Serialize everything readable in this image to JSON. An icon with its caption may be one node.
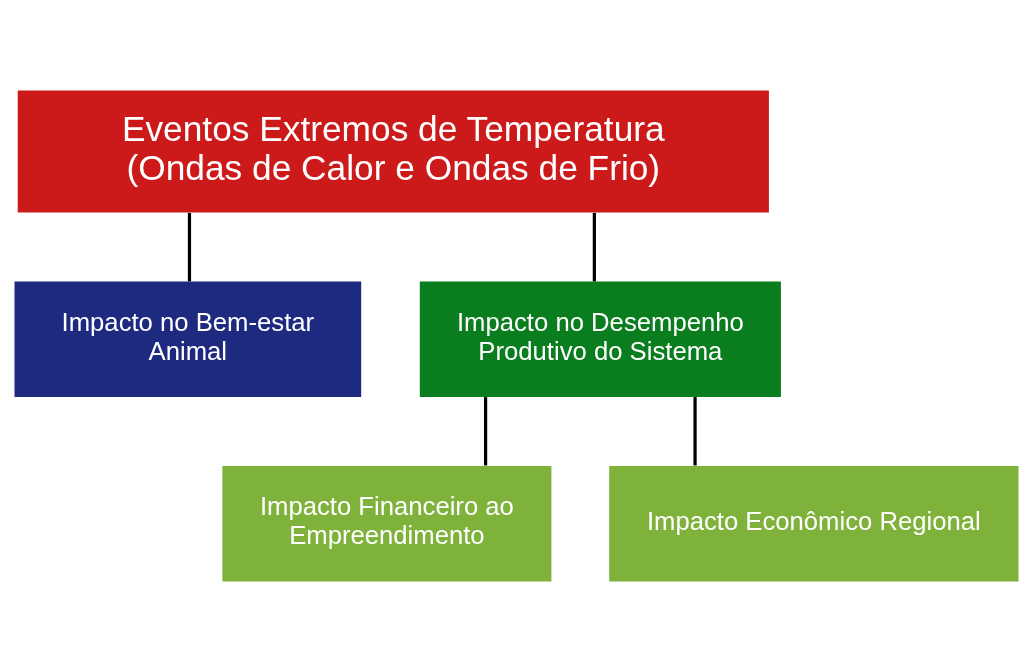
{
  "diagram": {
    "nodes": [
      {
        "text": [
          "Eventos Extremos de Temperatura",
          "(Ondas de Calor e Ondas de Frio)"
        ]
      },
      {
        "text": [
          "Impacto no Bem-estar Animal"
        ]
      },
      {
        "text": [
          "Impacto no Desempenho Produtivo do Sistema"
        ]
      },
      {
        "text": [
          "Impacto Financeiro ao Empreendimento"
        ]
      },
      {
        "text": [
          "Impacto Econômico Regional"
        ]
      }
    ],
    "edges": [
      {
        "from": 0,
        "to": 1,
        "arrow": "none"
      },
      {
        "from": 0,
        "to": 2,
        "arrow": "none"
      },
      {
        "from": 2,
        "to": 3,
        "arrow": "none"
      },
      {
        "from": 2,
        "to": 4,
        "arrow": "none"
      }
    ]
  }
}
